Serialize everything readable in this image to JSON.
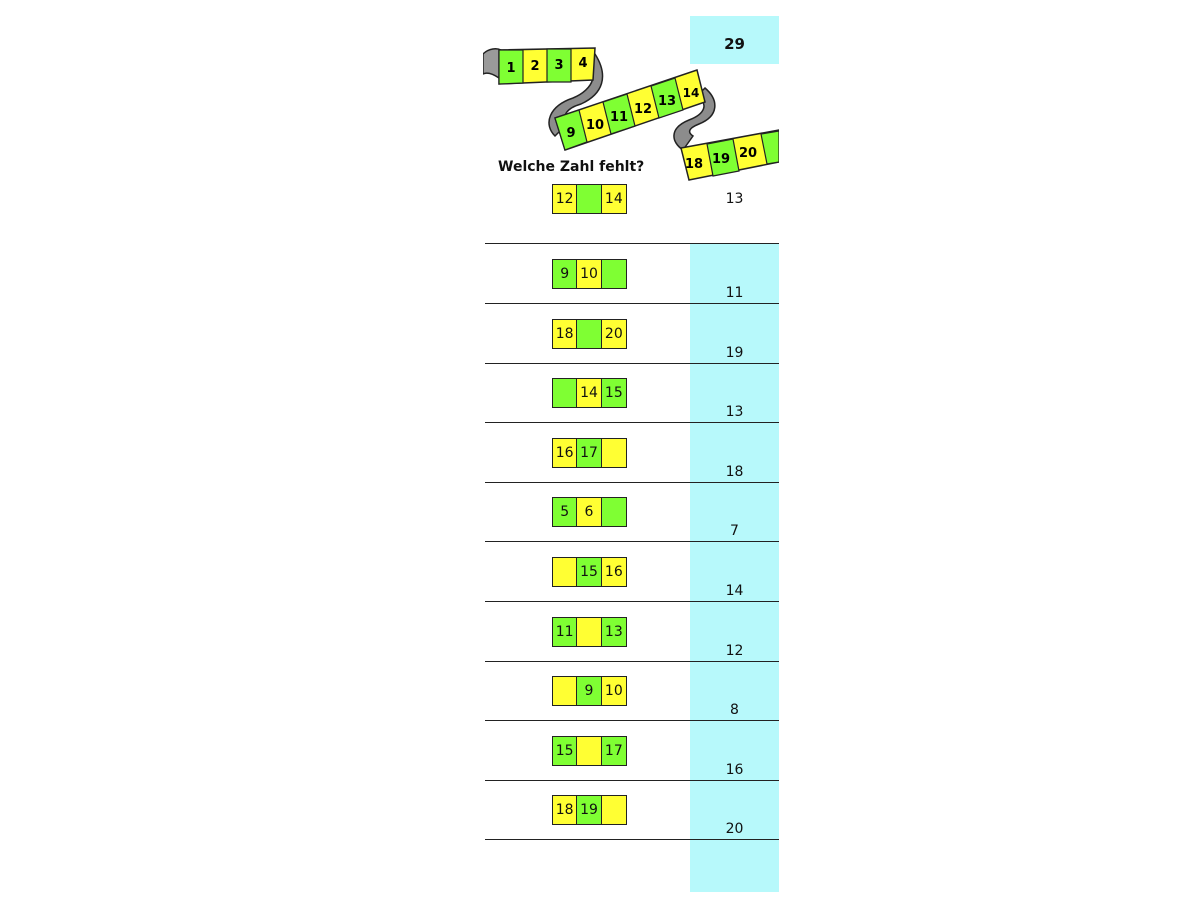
{
  "page_number": "29",
  "question": "Welche Zahl fehlt?",
  "colors": {
    "yellow": "#ffff33",
    "green": "#7fff33",
    "answer_column": "#b7f9fb"
  },
  "ribbon_numbers": [
    "1",
    "2",
    "3",
    "4",
    "9",
    "10",
    "11",
    "12",
    "13",
    "14",
    "18",
    "19",
    "20"
  ],
  "example": {
    "cells": [
      {
        "t": "12",
        "c": "y"
      },
      {
        "t": "",
        "c": "g"
      },
      {
        "t": "14",
        "c": "y"
      }
    ],
    "answer": "13"
  },
  "tasks": [
    {
      "cells": [
        {
          "t": "9",
          "c": "g"
        },
        {
          "t": "10",
          "c": "y"
        },
        {
          "t": "",
          "c": "g"
        }
      ],
      "answer": "11"
    },
    {
      "cells": [
        {
          "t": "18",
          "c": "y"
        },
        {
          "t": "",
          "c": "g"
        },
        {
          "t": "20",
          "c": "y"
        }
      ],
      "answer": "19"
    },
    {
      "cells": [
        {
          "t": "",
          "c": "g"
        },
        {
          "t": "14",
          "c": "y"
        },
        {
          "t": "15",
          "c": "g"
        }
      ],
      "answer": "13"
    },
    {
      "cells": [
        {
          "t": "16",
          "c": "y"
        },
        {
          "t": "17",
          "c": "g"
        },
        {
          "t": "",
          "c": "y"
        }
      ],
      "answer": "18"
    },
    {
      "cells": [
        {
          "t": "5",
          "c": "g"
        },
        {
          "t": "6",
          "c": "y"
        },
        {
          "t": "",
          "c": "g"
        }
      ],
      "answer": "7"
    },
    {
      "cells": [
        {
          "t": "",
          "c": "y"
        },
        {
          "t": "15",
          "c": "g"
        },
        {
          "t": "16",
          "c": "y"
        }
      ],
      "answer": "14"
    },
    {
      "cells": [
        {
          "t": "11",
          "c": "g"
        },
        {
          "t": "",
          "c": "y"
        },
        {
          "t": "13",
          "c": "g"
        }
      ],
      "answer": "12"
    },
    {
      "cells": [
        {
          "t": "",
          "c": "y"
        },
        {
          "t": "9",
          "c": "g"
        },
        {
          "t": "10",
          "c": "y"
        }
      ],
      "answer": "8"
    },
    {
      "cells": [
        {
          "t": "15",
          "c": "g"
        },
        {
          "t": "",
          "c": "y"
        },
        {
          "t": "17",
          "c": "g"
        }
      ],
      "answer": "16"
    },
    {
      "cells": [
        {
          "t": "18",
          "c": "y"
        },
        {
          "t": "19",
          "c": "g"
        },
        {
          "t": "",
          "c": "y"
        }
      ],
      "answer": "20"
    }
  ]
}
